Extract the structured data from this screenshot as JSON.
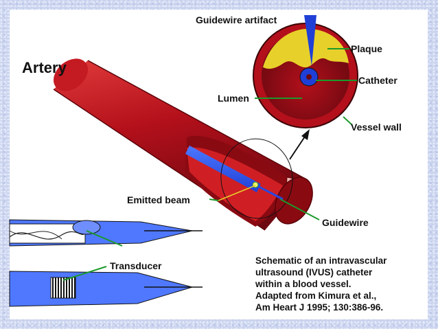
{
  "labels": {
    "artery": "Artery",
    "guidewire_artifact": "Guidewire artifact",
    "plaque": "Plaque",
    "catheter": "Catheter",
    "lumen": "Lumen",
    "vessel_wall": "Vessel wall",
    "emitted_beam": "Emitted beam",
    "guidewire": "Guidewire",
    "transducer": "Transducer"
  },
  "caption": {
    "lines": [
      "Schematic of an intravascular",
      "ultrasound (IVUS) catheter",
      "within a blood vessel.",
      "Adapted from Kimura et al.,",
      "Am Heart J 1995; 130:386-96."
    ]
  },
  "colors": {
    "background": "#c9d3ee",
    "artery_red": "#b3101b",
    "lumen_dark": "#7a0a12",
    "plaque_yellow": "#e8d02a",
    "catheter_blue": "#1f3fd6",
    "leader_green": "#1a9a2a"
  }
}
